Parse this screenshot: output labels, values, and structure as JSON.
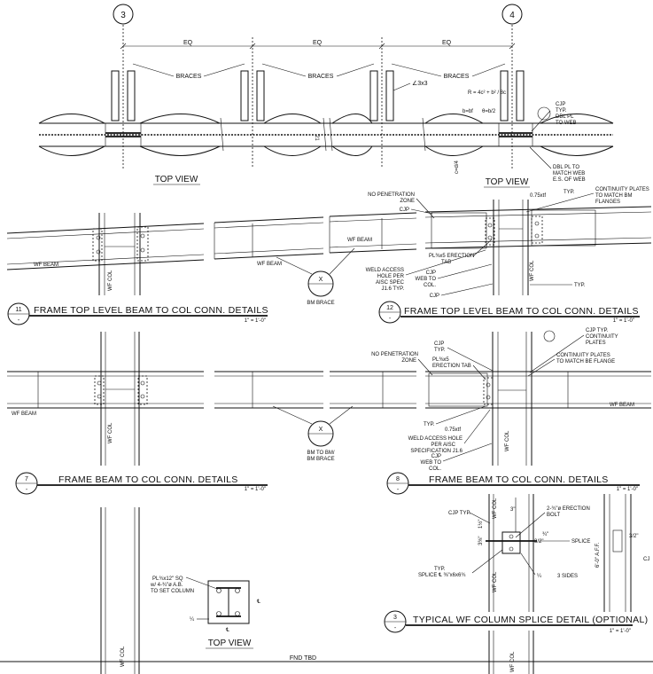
{
  "grid": {
    "left": "3",
    "right": "4",
    "eq": "EQ"
  },
  "top_view_bracing": {
    "braces": "BRACES",
    "angle": "∠3x3",
    "radius_formula": "R = 4c² + b² / 8c",
    "b_label": "b=bf",
    "theta_label": "θ=b/2",
    "c_label": "c=d/4",
    "dim_21": "21",
    "title": "TOP VIEW",
    "title2": "TOP VIEW",
    "notes": [
      "CJP",
      "TYP.",
      "DBL PL",
      "TO WEB"
    ],
    "dbl_pl_notes": [
      "DBL PL TO",
      "MATCH WEB",
      "E.S. OF WEB"
    ]
  },
  "detail11": {
    "number": "11",
    "sheet": "-",
    "title": "FRAME TOP LEVEL BEAM TO COL CONN. DETAILS",
    "beam_left": "WF BEAM",
    "beam_mid": "WF BEAM",
    "col": "WF COL",
    "brace_marker": "X",
    "brace_label": "BM BRACE"
  },
  "detail12": {
    "number": "12",
    "sheet": "-",
    "title": "FRAME TOP LEVEL BEAM TO COL CONN. DETAILS",
    "scale": "1\" = 1'-0\"",
    "no_pen": [
      "NO PENETRATION",
      "ZONE"
    ],
    "cjp": "CJP",
    "dim": "0.75xtf",
    "typ": "TYP.",
    "continuity": [
      "CONTINUITY PLATES",
      "TO MATCH BM",
      "FLANGES"
    ],
    "erection_tab": [
      "PL⅜x5 ERECTION",
      "TAB"
    ],
    "weld_access": [
      "WELD ACCESS",
      "HOLE PER",
      "AISC SPEC",
      "J1.6 TYP."
    ],
    "cjp_web": [
      "CJP",
      "WEB TO",
      "COL."
    ],
    "col": "WF COL"
  },
  "scale_11": "1\" = 1'-0\"",
  "detail7": {
    "number": "7",
    "sheet": "-",
    "title": "FRAME BEAM TO COL CONN. DETAILS",
    "scale": "1\" = 1'-0\"",
    "beam_left": "WF BEAM",
    "beam_right": "WF BEAM",
    "col": "WF COL",
    "brace_marker": "X",
    "brace_label": [
      "BM TO BM/",
      "BM BRACE"
    ]
  },
  "detail8": {
    "number": "8",
    "sheet": "-",
    "title": "FRAME BEAM TO COL CONN. DETAILS",
    "scale": "1\" = 1'-0\"",
    "cjp_typ": [
      "CJP",
      "TYP."
    ],
    "no_pen": [
      "NO PENETRATION",
      "ZONE"
    ],
    "erection_tab": [
      "PL⅜x5",
      "ERECTION TAB"
    ],
    "cjp_typ2": [
      "CJP TYP.",
      "CONTINUITY",
      "PLATES"
    ],
    "continuity": [
      "CONTINUITY PLATES",
      "TO MATCH BE FLANGE"
    ],
    "typ": "TYP.",
    "dim": "0.75xtf",
    "weld_access": [
      "WELD ACCESS HOLE",
      "PER AISC",
      "SPECIFICATION J1.6"
    ],
    "cjp_web": [
      "CJP",
      "WEB TO",
      "COL."
    ],
    "beam": "WF BEAM",
    "col": "WF COL"
  },
  "base_plate": {
    "plate_note": [
      "PL¾x12\" SQ",
      "w/ 4-¾\"ø A.B.",
      "TO SET COLUMN"
    ],
    "title": "TOP VIEW",
    "cl": "℄",
    "dim": "¼",
    "col": "WF COL",
    "fnd": "FND TBD"
  },
  "detail3": {
    "number": "3",
    "sheet": "-",
    "title": "TYPICAL WF COLUMN SPLICE DETAIL (OPTIONAL)",
    "scale": "1\" = 1'-0\"",
    "cjp_typ": "CJP TYP.",
    "bolt": [
      "2-¾\"ø ERECTION",
      "BOLT"
    ],
    "dims": [
      "3\"",
      "3\"",
      "3⅜\"",
      "1½\"",
      "¾\"",
      "3/2\"",
      "3/2\""
    ],
    "splice": "SPLICE",
    "splice_pl": [
      "TYP.",
      "SPLICE ℄ ⅜\"x6x6¾"
    ],
    "weld": "¼",
    "sides": "3 SIDES",
    "aff": "6'-0\" A.F.F.",
    "col": "WF COL",
    "cjp": "CJ"
  }
}
